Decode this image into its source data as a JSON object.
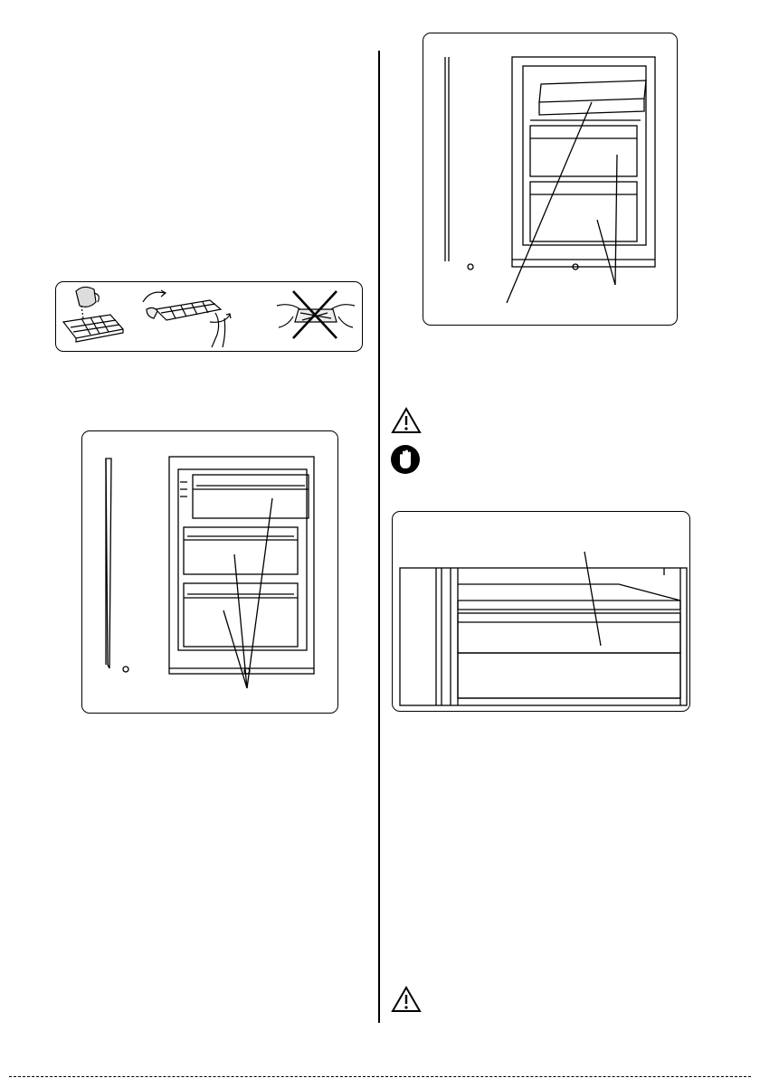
{
  "page": {
    "figures": [
      {
        "id": "ice-tray-steps",
        "icon": "ice-tray-steps-illustration"
      },
      {
        "id": "freezer-drawers-left",
        "icon": "freezer-drawers-illustration"
      },
      {
        "id": "freezer-compartments-right",
        "icon": "freezer-compartments-illustration"
      },
      {
        "id": "drawer-closeup",
        "icon": "drawer-closeup-illustration"
      }
    ],
    "symbols": [
      "warning-icon",
      "stop-hand-icon",
      "warning-icon"
    ]
  }
}
